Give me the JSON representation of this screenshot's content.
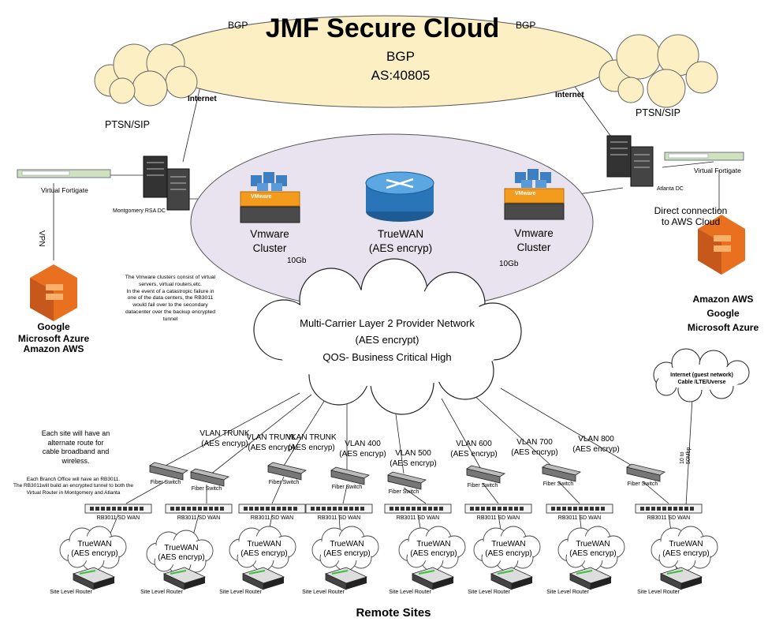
{
  "cloud": {
    "title": "JMF Secure Cloud",
    "protocol": "BGP",
    "asn": "AS:40805",
    "bgp_left": "BGP",
    "bgp_right": "BGP"
  },
  "west": {
    "internet": "Internet",
    "ptsn": "PTSN/SIP",
    "fortigate": "Virtual Fortigate",
    "dc": "Montgomery RSA DC",
    "vpn": "VPN",
    "cloud_providers": [
      "Google",
      "Microsoft Azure",
      "Amazon AWS"
    ]
  },
  "east": {
    "internet": "Internet",
    "ptsn": "PTSN/SIP",
    "fortigate": "Virtual Fortigate",
    "dc": "Atlanta DC",
    "direct": [
      "Direct connection",
      "to AWS Cloud"
    ],
    "cloud_providers": [
      "Amazon AWS",
      "Google",
      "Microsoft Azure"
    ]
  },
  "core": {
    "left_cluster": [
      "Vmware",
      "Cluster"
    ],
    "right_cluster": [
      "Vmware",
      "Cluster"
    ],
    "truewan": [
      "TrueWAN",
      "(AES encryp)"
    ],
    "link_left": "10Gb",
    "link_right": "10Gb",
    "vmware_logo": "VMware"
  },
  "notes": {
    "cluster_note": [
      "The Vmware clusters consist of virtual",
      "servers, virtual routers,etc.",
      "In the event of a catastropic failure in",
      "one of the data centers, the RB3011",
      "would fail over to the secondary",
      "datacenter over the backup encrypted",
      "tunnel"
    ],
    "alternate_route": [
      "Each site will have an",
      "alternate route for",
      "cable broadband and",
      "wireless."
    ],
    "branch": [
      "Each Branch Office will have an RB3011.",
      "The RB3011will build an encrypted tunnel to both the",
      "Virtual Router in Montgomery and Atlanta"
    ]
  },
  "provider": {
    "lines": [
      "Multi-Carrier Layer 2 Provider Network",
      "(AES encrypt)",
      "QOS- Business Critical High"
    ]
  },
  "guest": {
    "lines": [
      "Internet (guest network)",
      "Cable /LTE/Uverse"
    ],
    "speed": [
      "10 to",
      "50Mbp"
    ]
  },
  "vlans": [
    {
      "name": "VLAN TRUNK",
      "enc": "(AES encryp)"
    },
    {
      "name": "VLAN TRUNK",
      "enc": "(AES encryp)"
    },
    {
      "name": "VLAN TRUNK",
      "enc": "(AES encryp)"
    },
    {
      "name": "VLAN 400",
      "enc": "(AES encryp)"
    },
    {
      "name": "VLAN 500",
      "enc": "(AES encryp)"
    },
    {
      "name": "VLAN 600",
      "enc": "(AES encryp)"
    },
    {
      "name": "VLAN 700",
      "enc": "(AES encryp)"
    },
    {
      "name": "VLAN 800",
      "enc": "(AES encryp)"
    }
  ],
  "site": {
    "fiber_switch": "Fiber Switch",
    "rb": "RB3011 SD WAN",
    "truewan": "TrueWAN",
    "enc": "(AES encryp)",
    "router": "Site Level Router"
  },
  "footer": {
    "title": "Remote Sites"
  }
}
